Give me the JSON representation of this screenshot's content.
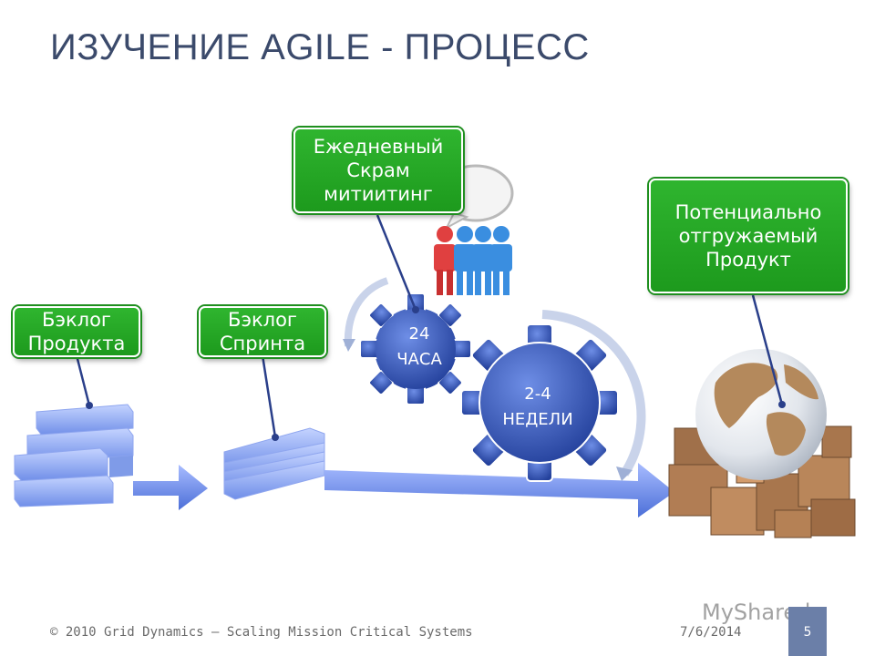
{
  "slide": {
    "title": "ИЗУЧЕНИЕ AGILE - ПРОЦЕСС",
    "callouts": {
      "product_backlog": "Бэклог Продукта",
      "sprint_backlog": "Бэклог Спринта",
      "daily_scrum": "Ежедневный Скрам митиитинг",
      "shippable_product": "Потенциально отгружаемый Продукт"
    },
    "gears": {
      "small": {
        "line1": "24",
        "line2": "ЧАСА"
      },
      "large": {
        "line1": "2-4",
        "line2": "НЕДЕЛИ"
      }
    },
    "colors": {
      "callout_green": "#22a822",
      "gear_blue": "#3b5cb8",
      "arrow_blue": "#5a7fe0",
      "title": "#3b4a6b"
    },
    "icons": [
      "backlog-stack",
      "sprint-stack",
      "people-group",
      "speech-bubble",
      "globe",
      "boxes"
    ]
  },
  "footer": {
    "copyright": "© 2010 Grid Dynamics — Scaling Mission Critical Systems",
    "date": "7/6/2014",
    "page": "5",
    "watermark": "MyShared"
  }
}
